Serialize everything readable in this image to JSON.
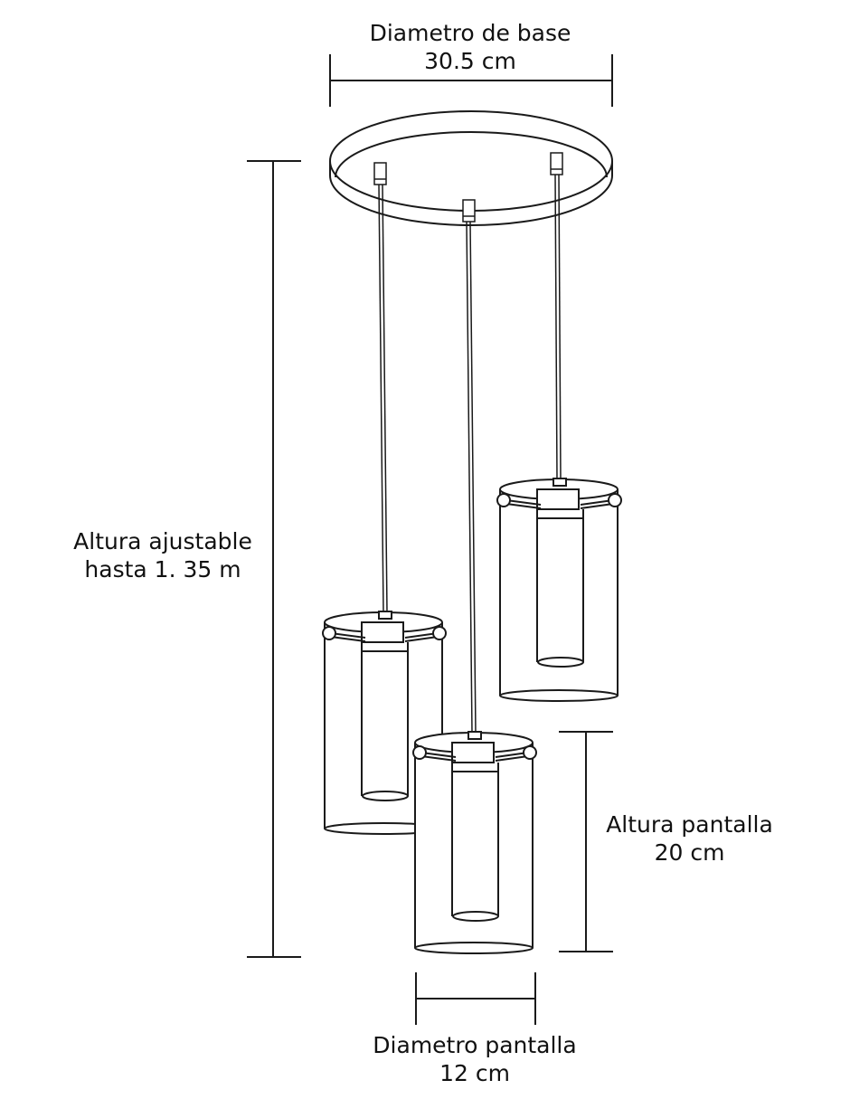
{
  "labels": {
    "base_diameter": {
      "title": "Diametro de base",
      "value": "30.5 cm"
    },
    "adjustable_height": {
      "title": "Altura ajustable",
      "value": "hasta 1. 35 m"
    },
    "shade_height": {
      "title": "Altura pantalla",
      "value": "20 cm"
    },
    "shade_diameter": {
      "title": "Diametro pantalla",
      "value": "12 cm"
    }
  },
  "colors": {
    "line": "#1a1a1a",
    "background": "#ffffff"
  },
  "pendant_count": 3
}
